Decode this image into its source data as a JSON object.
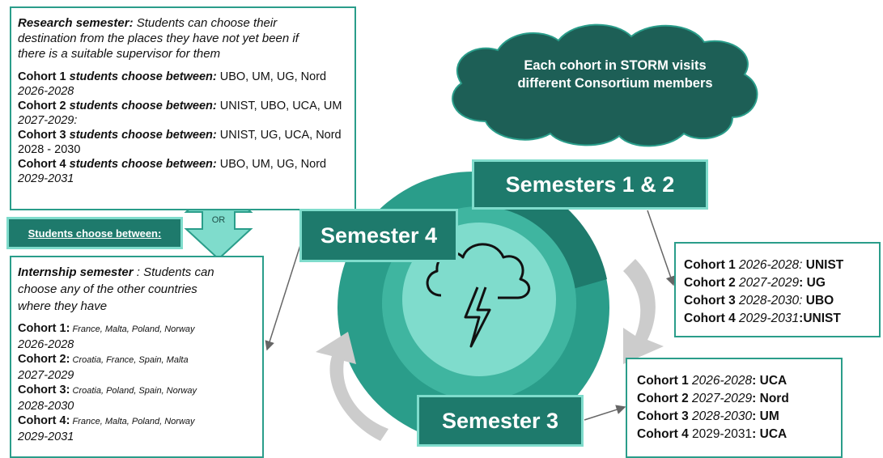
{
  "research": {
    "heading_bold": "Research semester:",
    "heading_rest": " Students can choose their",
    "heading_line2": "destination from the places they have not yet been if",
    "heading_line3": "there is a suitable supervisor for them",
    "cohorts": [
      {
        "label": "Cohort 1",
        "choose": " students choose between:",
        "places": " UBO, UM, UG, Nord",
        "years": "2026-2028"
      },
      {
        "label": "Cohort 2",
        "choose": " students choose between:",
        "places": " UNIST, UBO, UCA, UM",
        "years": "2027-2029:"
      },
      {
        "label": "Cohort 3",
        "choose": " students choose between:",
        "places": " UNIST, UG, UCA, Nord",
        "years": "2028 - 2030"
      },
      {
        "label": "Cohort 4",
        "choose": " students choose between:",
        "places": " UBO, UM, UG, Nord",
        "years": "2029-2031"
      }
    ]
  },
  "choose_label": "Students choose between:",
  "or_label": "OR",
  "internship": {
    "heading_bold": "Internship semester",
    "heading_rest": " : Students can",
    "heading_line2": "choose any of the other countries",
    "heading_line3": "where they have",
    "cohorts": [
      {
        "label": "Cohort 1:",
        "countries": " France, Malta, Poland, Norway",
        "years": "2026-2028"
      },
      {
        "label": "Cohort 2:",
        "countries": " Croatia, France, Spain, Malta",
        "years": "2027-2029"
      },
      {
        "label": "Cohort 3:",
        "countries": " Croatia, Poland, Spain, Norway",
        "years": "2028-2030"
      },
      {
        "label": "Cohort 4:",
        "countries": " France, Malta, Poland, Norway",
        "years": "2029-2031"
      }
    ]
  },
  "cloud": {
    "line1": "Each cohort in STORM visits",
    "line2": "different Consortium members"
  },
  "labels": {
    "sem12": "Semesters 1 & 2",
    "sem4": "Semester 4",
    "sem3": "Semester 3"
  },
  "sem12_box": [
    {
      "cohort": "Cohort 1",
      "years": " 2026-2028:",
      "place": " UNIST"
    },
    {
      "cohort": "Cohort 2",
      "years": " 2027-2029",
      "place": ": UG"
    },
    {
      "cohort": "Cohort 3",
      "years": " 2028-2030:",
      "place": " UBO"
    },
    {
      "cohort": "Cohort 4",
      "years": " 2029-2031",
      "place": ":UNIST"
    }
  ],
  "sem3_box": [
    {
      "cohort": "Cohort 1",
      "years": " 2026-2028",
      "place": ": UCA"
    },
    {
      "cohort": "Cohort 2",
      "years": " 2027-2029",
      "place": ": Nord"
    },
    {
      "cohort": "Cohort 3",
      "years": " 2028-2030",
      "place": ": UM"
    },
    {
      "cohort": "Cohort 4",
      "years": " 2029-2031",
      "place": ": UCA"
    }
  ],
  "colors": {
    "teal_dark": "#1e7a6c",
    "teal_mid": "#2a9d8a",
    "teal_light": "#7fdccc",
    "cloud": "#1d5f56"
  }
}
